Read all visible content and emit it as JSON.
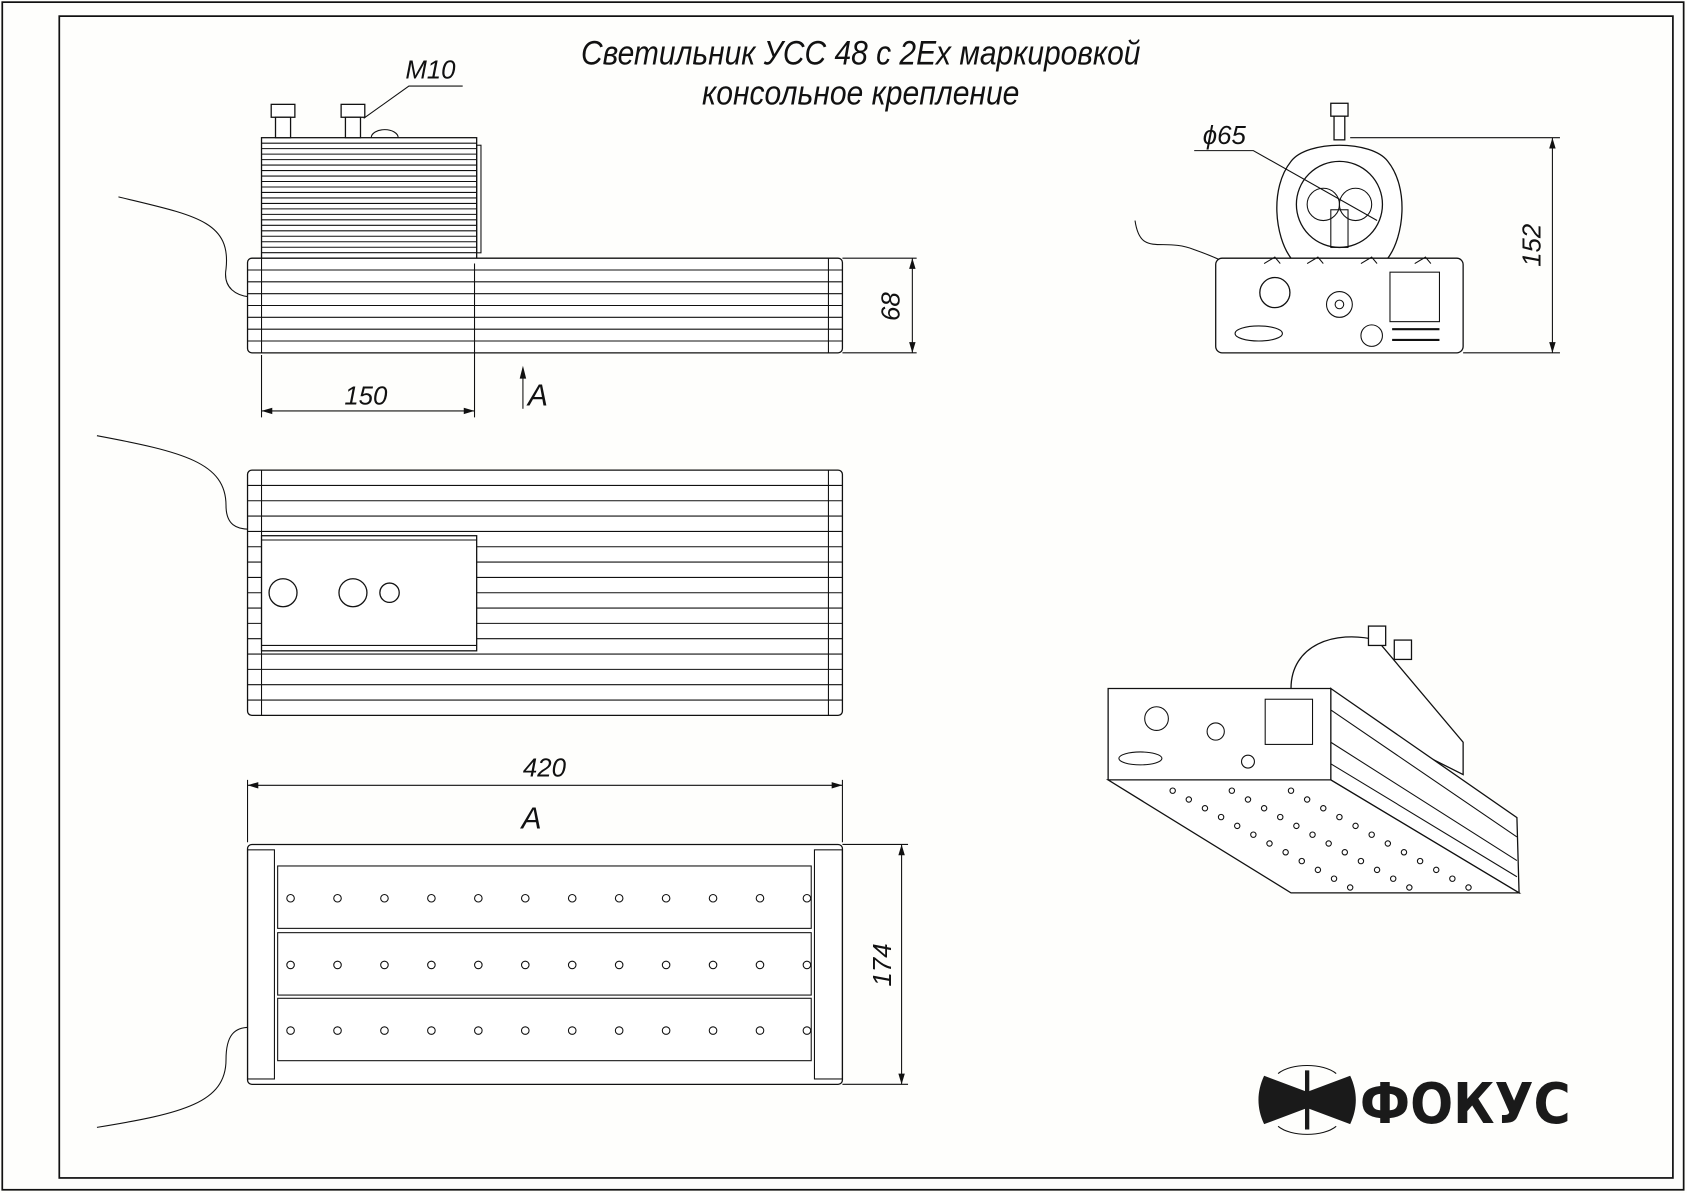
{
  "title": {
    "line1": "Светильник УСС 48 с 2Ех маркировкой",
    "line2": "консольное крепление"
  },
  "side_view": {
    "thread_label": "M10",
    "driver_length_dim": "150",
    "height_dim": "68",
    "view_arrow_label": "A"
  },
  "bottom_view": {
    "length_dim": "420",
    "view_label": "A",
    "width_dim": "174",
    "led_rows": 3,
    "leds_per_row": 12
  },
  "end_view": {
    "diameter_dim": "ϕ65",
    "height_dim": "152"
  },
  "logo": {
    "text": "ФОКУС"
  }
}
